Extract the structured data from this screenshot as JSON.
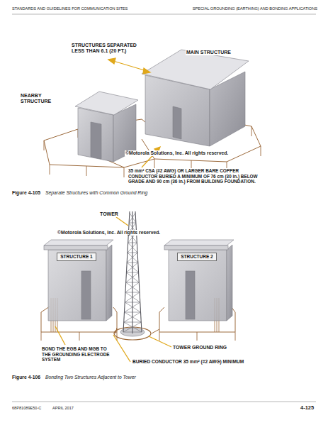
{
  "diagram": {
    "nodes": [
      {
        "text": [
          "STRUCTURE 1"
        ]
      },
      {
        "text": [
          "STRUCTURE 2"
        ]
      }
    ],
    "labels": [
      "STANDARDS AND GUIDELINES FOR COMMUNICATION SITES",
      "SPECIAL GROUNDING (EARTHING) AND BONDING APPLICATIONS",
      "STRUCTURES SEPARATED LESS THAN 6.1 (20 FT.)",
      "MAIN STRUCTURE",
      "NEARBY STRUCTURE",
      "©Motorola Solutions, Inc. All rights reserved.",
      "35 mm² CSA (#2 AWG) OR LARGER BARE COPPER CONDUCTOR BURIED A MINIMUM OF 76 cm (30 in.) BELOW GRADE AND 90 cm (36 in.) FROM BUILDING FOUNDATION.",
      "Figure 4-105",
      "Separate Structures with Common Ground Ring",
      "TOWER",
      "©Motorola Solutions, Inc. All rights reserved.",
      "BOND THE EGB AND MGB TO THE GROUNDING ELECTRODE SYSTEM",
      "TOWER GROUND RING",
      "BURIED CONDUCTOR 35 mm² (#2 AWG) MINIMUM",
      "Figure 4-106",
      "Bonding Two Structures Adjacent to Tower",
      "68P81089E50-C",
      "APRIL 2017",
      "4-125"
    ]
  }
}
